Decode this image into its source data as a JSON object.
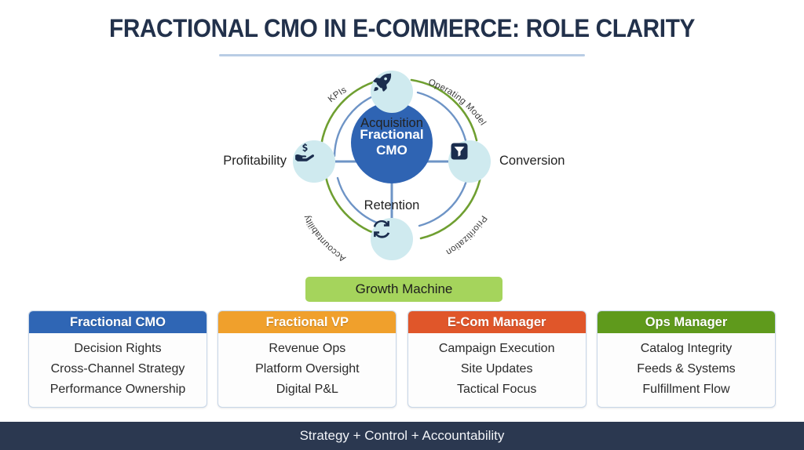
{
  "page_title": "FRACTIONAL CMO IN E-COMMERCE: ROLE CLARITY",
  "hub": {
    "center": {
      "line1": "Fractional",
      "line2": "CMO"
    },
    "spokes": [
      {
        "label": "Acquisition",
        "icon": "rocket-icon",
        "position": "top"
      },
      {
        "label": "Conversion",
        "icon": "funnel-icon",
        "position": "right"
      },
      {
        "label": "Retention",
        "icon": "refresh-icon",
        "position": "bottom"
      },
      {
        "label": "Profitability",
        "icon": "money-hand-icon",
        "position": "left"
      }
    ],
    "ring_labels": [
      {
        "text": "KPIs",
        "position": "top-left"
      },
      {
        "text": "Operating Model",
        "position": "top-right"
      },
      {
        "text": "Prioritization",
        "position": "bottom-right"
      },
      {
        "text": "Accountability",
        "position": "bottom-left"
      }
    ],
    "colors": {
      "center_blue": "#2f64b3",
      "node_teal": "#cfeaef",
      "outer_ring_green": "#6f9f31",
      "inner_ring_blue": "#6e94c6",
      "icon_navy": "#1b2d4e"
    }
  },
  "growth_banner": {
    "label": "Growth Machine",
    "color": "#a5d45c"
  },
  "cards": [
    {
      "title": "Fractional CMO",
      "color": "#2f66b5",
      "items": [
        "Decision Rights",
        "Cross-Channel Strategy",
        "Performance Ownership"
      ]
    },
    {
      "title": "Fractional VP",
      "color": "#f0a02c",
      "items": [
        "Revenue Ops",
        "Platform Oversight",
        "Digital P&L"
      ]
    },
    {
      "title": "E-Com Manager",
      "color": "#e0562a",
      "items": [
        "Campaign Execution",
        "Site Updates",
        "Tactical Focus"
      ]
    },
    {
      "title": "Ops Manager",
      "color": "#5f9a1c",
      "items": [
        "Catalog Integrity",
        "Feeds & Systems",
        "Fulfillment Flow"
      ]
    }
  ],
  "footer": {
    "text": "Strategy + Control + Accountability",
    "color": "#2b3850"
  }
}
